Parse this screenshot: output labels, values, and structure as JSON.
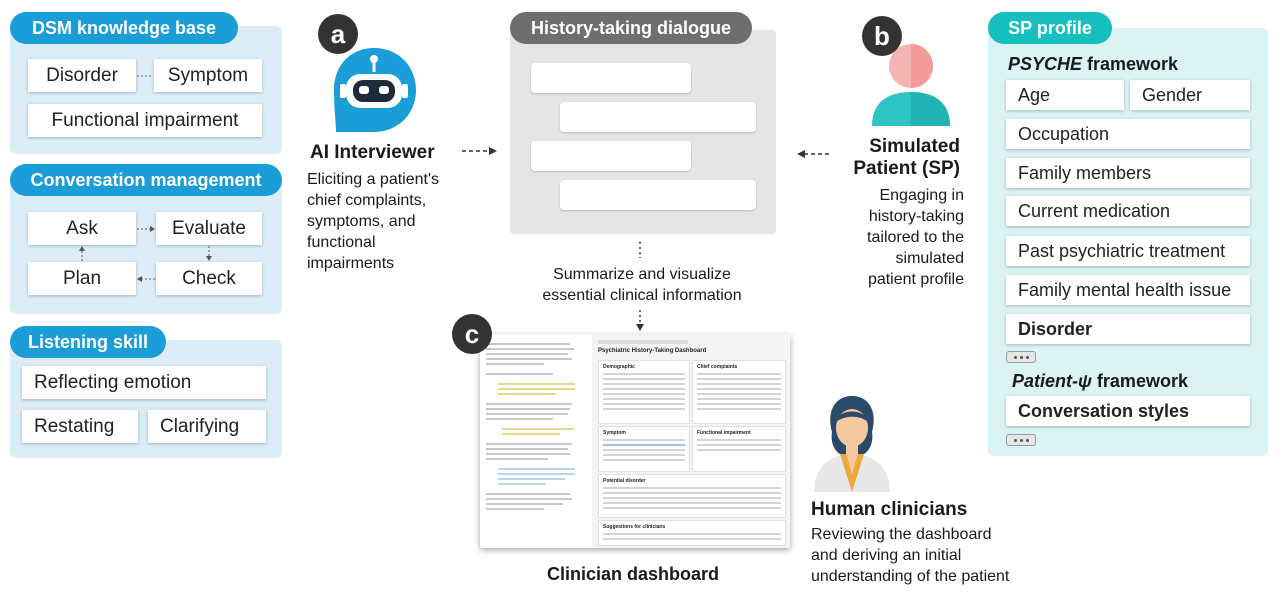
{
  "left": {
    "dsm": {
      "title": "DSM knowledge base",
      "disorder": "Disorder",
      "symptom": "Symptom",
      "functional": "Functional impairment"
    },
    "conversation": {
      "title": "Conversation management",
      "ask": "Ask",
      "evaluate": "Evaluate",
      "plan": "Plan",
      "check": "Check"
    },
    "listening": {
      "title": "Listening skill",
      "reflecting": "Reflecting emotion",
      "restating": "Restating",
      "clarifying": "Clarifying"
    }
  },
  "labels": {
    "a": "a",
    "b": "b",
    "c": "c"
  },
  "interviewer": {
    "title": "AI Interviewer",
    "desc": "Eliciting a patient's\nchief complaints,\nsymptoms, and\nfunctional\nimpairments"
  },
  "dialogue": {
    "title": "History-taking dialogue",
    "summary": "Summarize and visualize\nessential clinical information"
  },
  "patient": {
    "title": "Simulated\nPatient (SP)",
    "desc": "Engaging in\nhistory-taking\ntailored to the\nsimulated\npatient profile"
  },
  "profile": {
    "title": "SP profile",
    "psyche_italic": "PSYCHE",
    "psyche_rest": " framework",
    "age": "Age",
    "gender": "Gender",
    "occupation": "Occupation",
    "family": "Family members",
    "medication": "Current medication",
    "past_treatment": "Past psychiatric treatment",
    "family_mental": "Family mental health issue",
    "disorder": "Disorder",
    "patient_psi_italic": "Patient-ψ",
    "patient_psi_rest": " framework",
    "styles": "Conversation styles"
  },
  "dashboard": {
    "title": "Clinician dashboard",
    "inner_title": "Psychiatric History-Taking Dashboard",
    "demographic": "Demographic",
    "chief": "Chief complaints",
    "symptom": "Symptom",
    "functional": "Functional impairment",
    "potential": "Potential disorder",
    "suggestions": "Suggestions for clinicians"
  },
  "clinicians": {
    "title": "Human clinicians",
    "desc": "Reviewing the dashboard\nand deriving an initial\nunderstanding of the patient"
  },
  "colors": {
    "left_accent": "#1b9dd8",
    "left_panel": "#dcedf7",
    "right_accent": "#18bfbf",
    "right_panel": "#dcf3f3",
    "dialogue_header": "#6e6e6e",
    "patient_head": "#f5b4b4",
    "patient_body": "#2ec4c4"
  },
  "icons": [
    "robot-icon",
    "patient-avatar-icon",
    "clinician-avatar-icon",
    "arrow-icon",
    "ellipsis-icon"
  ]
}
